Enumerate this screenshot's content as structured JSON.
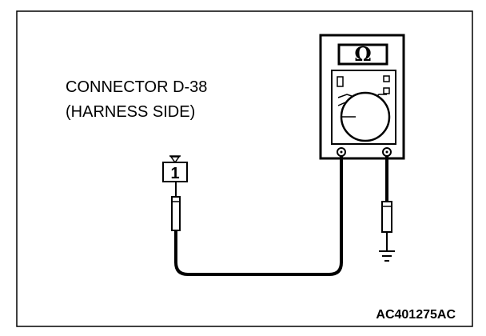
{
  "connector": {
    "line1": "CONNECTOR D-38",
    "line2": "(HARNESS SIDE)",
    "pin_number": "1"
  },
  "meter": {
    "symbol": "Ω"
  },
  "figure_code": "AC401275AC",
  "colors": {
    "ink": "#000000",
    "paper": "#ffffff"
  }
}
